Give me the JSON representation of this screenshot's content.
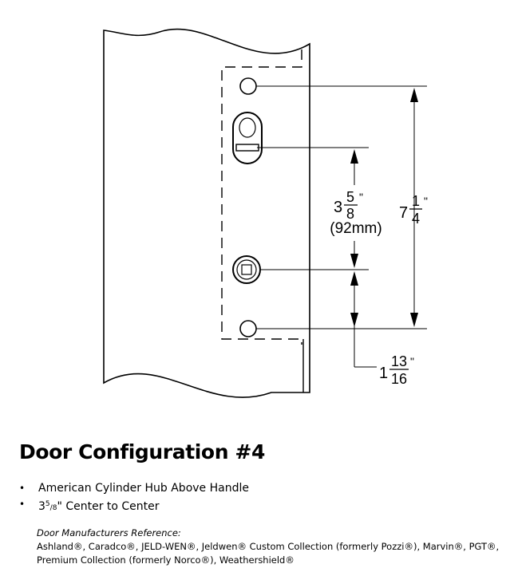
{
  "diagram": {
    "dim_center": {
      "whole": "3",
      "num": "5",
      "den": "8",
      "unit": "\"",
      "metric": "(92mm)"
    },
    "dim_overall": {
      "whole": "7",
      "num": "1",
      "den": "4",
      "unit": "\""
    },
    "dim_bottom": {
      "whole": "1",
      "num": "13",
      "den": "16",
      "unit": "\""
    }
  },
  "title": "Door Configuration #4",
  "bullets": [
    {
      "text": "American Cylinder Hub Above Handle"
    },
    {
      "whole": "3",
      "num": "5",
      "den": "8",
      "text": "\" Center to Center"
    }
  ],
  "bullet_symbol": "•",
  "reference": {
    "heading": "Door Manufacturers Reference:",
    "line1": "Ashland®, Caradco®, JELD-WEN®, Jeldwen® Custom Collection (formerly Pozzi®), Marvin®, PGT®,",
    "line2": "Premium Collection (formerly Norco®), Weathershield®"
  }
}
